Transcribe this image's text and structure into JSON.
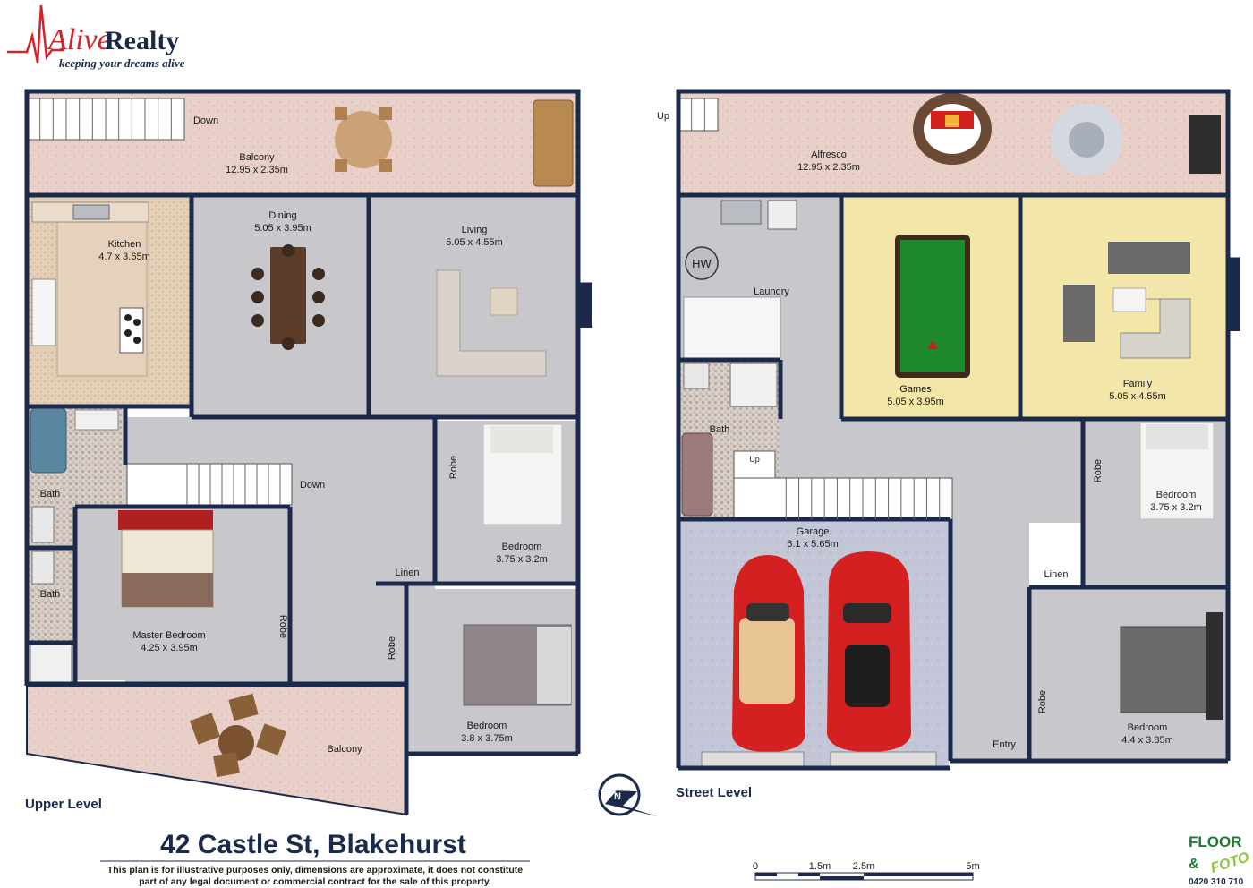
{
  "logo": {
    "brand_alive": "Alive",
    "brand_realty": "Realty",
    "tagline": "keeping your dreams alive"
  },
  "upper": {
    "level_label": "Upper Level",
    "balcony_top": {
      "name": "Balcony",
      "dims": "12.95 x 2.35m"
    },
    "stairs_down_top": "Down",
    "kitchen": {
      "name": "Kitchen",
      "dims": "4.7 x 3.65m"
    },
    "dining": {
      "name": "Dining",
      "dims": "5.05 x 3.95m"
    },
    "living": {
      "name": "Living",
      "dims": "5.05 x 4.55m"
    },
    "bath1": "Bath",
    "bath2": "Bath",
    "stairs_down_mid": "Down",
    "master": {
      "name": "Master Bedroom",
      "dims": "4.25 x 3.95m"
    },
    "robe_master": "Robe",
    "robe_bed1": "Robe",
    "robe_bed2": "Robe",
    "linen": "Linen",
    "bedroom1": {
      "name": "Bedroom",
      "dims": "3.75 x 3.2m"
    },
    "bedroom2": {
      "name": "Bedroom",
      "dims": "3.8 x 3.75m"
    },
    "balcony_bottom": "Balcony"
  },
  "street": {
    "level_label": "Street Level",
    "stairs_up_top": "Up",
    "alfresco": {
      "name": "Alfresco",
      "dims": "12.95 x 2.35m"
    },
    "hw": "HW",
    "laundry": "Laundry",
    "games": {
      "name": "Games",
      "dims": "5.05 x 3.95m"
    },
    "family": {
      "name": "Family",
      "dims": "5.05 x 4.55m"
    },
    "bath": "Bath",
    "stairs_up_mid": "Up",
    "garage": {
      "name": "Garage",
      "dims": "6.1 x 5.65m"
    },
    "bedroom1": {
      "name": "Bedroom",
      "dims": "3.75 x 3.2m"
    },
    "robe1": "Robe",
    "linen": "Linen",
    "robe2": "Robe",
    "bedroom2": {
      "name": "Bedroom",
      "dims": "4.4 x 3.85m"
    },
    "entry": "Entry"
  },
  "address": "42 Castle St, Blakehurst",
  "disclaimer_line1": "This plan is for illustrative purposes only, dimensions are approximate, it does not constitute",
  "disclaimer_line2": "part of any legal document or commercial contract for the sale of this property.",
  "scale": {
    "t0": "0",
    "t1": "1.5m",
    "t2": "2.5m",
    "t3": "5m"
  },
  "footer_brand": {
    "floor": "FLOOR",
    "amp": "&",
    "foto": "FOTO",
    "phone": "0420 310 710"
  },
  "colors": {
    "wall": "#1b2a4a",
    "floor_grey": "#c8c8cc",
    "games_family": "#f2e7a8",
    "deck": "#e6cfc6",
    "wood_floor": "#e0cab0",
    "garage_floor": "#c4c7d8",
    "car_red": "#d42020"
  }
}
